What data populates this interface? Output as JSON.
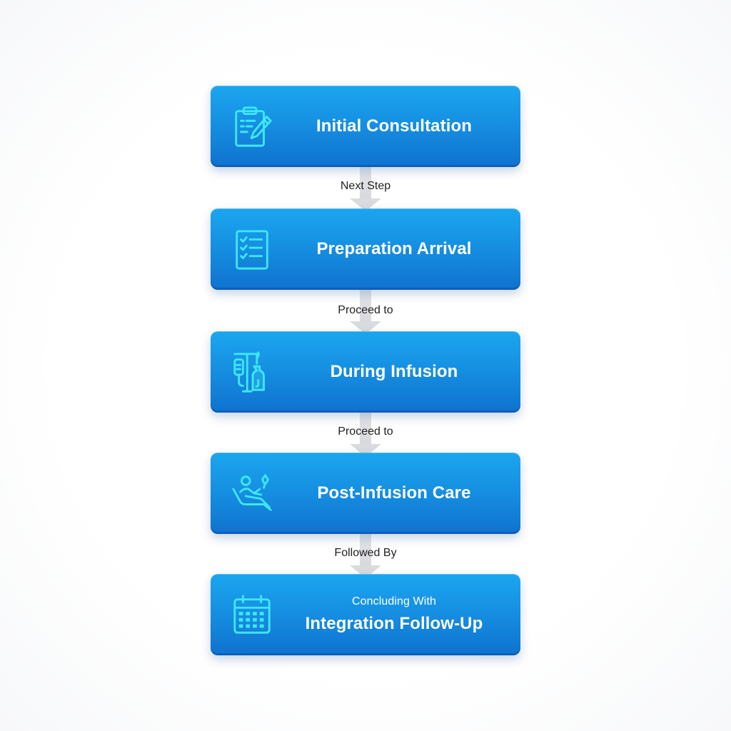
{
  "steps": [
    {
      "title": "Initial Consultation",
      "icon": "clipboard-pen-icon"
    },
    {
      "title": "Preparation Arrival",
      "icon": "checklist-icon"
    },
    {
      "title": "During Infusion",
      "icon": "iv-drip-icon"
    },
    {
      "title": "Post-Infusion Care",
      "icon": "reclining-patient-icon"
    },
    {
      "title": "Integration Follow-Up",
      "subtitle": "Concluding With",
      "icon": "calendar-icon"
    }
  ],
  "connectors": [
    {
      "label": "Next Step"
    },
    {
      "label": "Proceed to"
    },
    {
      "label": "Proceed to"
    },
    {
      "label": "Followed By"
    }
  ],
  "colors": {
    "box_top": "#1ba6ef",
    "box_bottom": "#0f72cf",
    "icon": "#3ee6f5",
    "arrow": "#d9dbde"
  }
}
